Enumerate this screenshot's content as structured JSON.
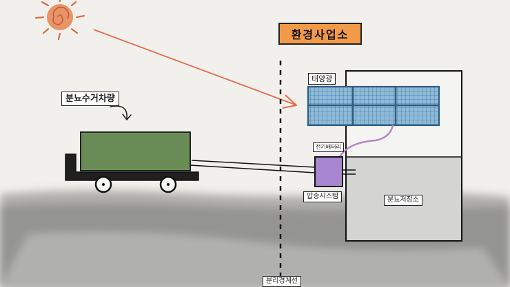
{
  "title": "환경사업소",
  "labels": {
    "truck": "분뇨수거차량",
    "solar": "태양광",
    "battery": "전기배터리",
    "transfer": "압송시스템",
    "storage": "분뇨저장소",
    "boundary": "분리경계선"
  },
  "colors": {
    "sun": "#e07a4a",
    "arrow": "#e36a4a",
    "title_bg": "#f39a4a",
    "tank": "#6f9158",
    "solar": "#7fb1d2",
    "pump": "#a886d0",
    "cable": "#b784c4"
  },
  "icons": [
    "sun-icon",
    "truck-icon",
    "solar-panel-icon",
    "pump-icon"
  ]
}
